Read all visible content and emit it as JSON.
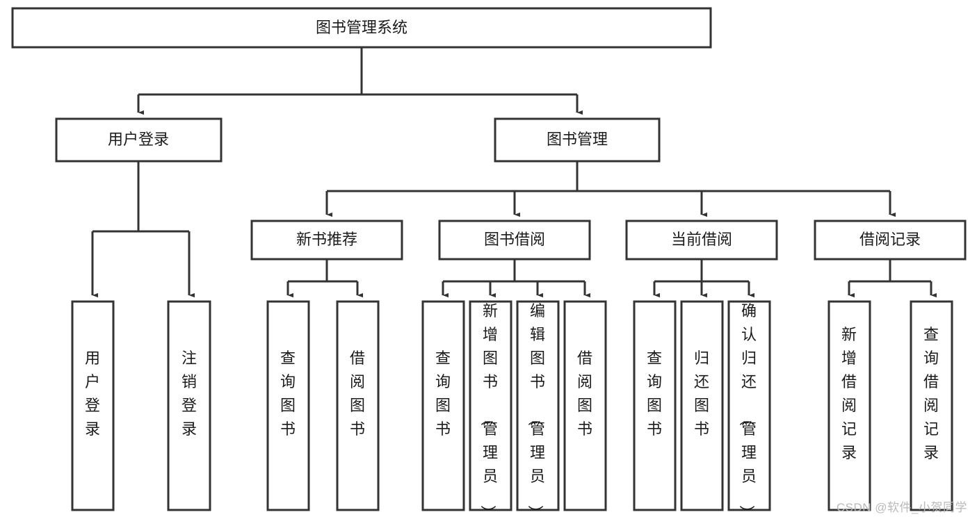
{
  "diagram": {
    "type": "tree-hierarchy",
    "orientation": "top-down",
    "title": "图书管理系统",
    "colors": {
      "box_fill": "#ffffff",
      "box_stroke": "#333333",
      "edge": "#333333",
      "text": "#1b1b1b",
      "watermark": "#b9b9b9",
      "background": "#ffffff"
    },
    "levels": {
      "root": "图书管理系统",
      "level2": [
        "用户登录",
        "图书管理"
      ],
      "level3": [
        "新书推荐",
        "图书借阅",
        "当前借阅",
        "借阅记录"
      ]
    },
    "nodes": {
      "root": {
        "label": "图书管理系统"
      },
      "user_login": {
        "label": "用户登录"
      },
      "book_manage": {
        "label": "图书管理"
      },
      "new_book_rec": {
        "label": "新书推荐"
      },
      "book_borrow": {
        "label": "图书借阅"
      },
      "current_borrow": {
        "label": "当前借阅"
      },
      "borrow_record": {
        "label": "借阅记录"
      }
    },
    "leaves": {
      "user_login": [
        {
          "label": "用户登录"
        },
        {
          "label": "注销登录"
        }
      ],
      "new_book_rec": [
        {
          "label": "查询图书"
        },
        {
          "label": "借阅图书"
        }
      ],
      "book_borrow": [
        {
          "label": "查询图书"
        },
        {
          "label": "新增图书（管理员）"
        },
        {
          "label": "编辑图书（管理员）"
        },
        {
          "label": "借阅图书"
        }
      ],
      "current_borrow": [
        {
          "label": "查询图书"
        },
        {
          "label": "归还图书"
        },
        {
          "label": "确认归还（管理员）"
        }
      ],
      "borrow_record": [
        {
          "label": "新增借阅记录"
        },
        {
          "label": "查询借阅记录"
        }
      ]
    }
  },
  "watermark": {
    "text": "CSDN @软件_小贺同学"
  }
}
